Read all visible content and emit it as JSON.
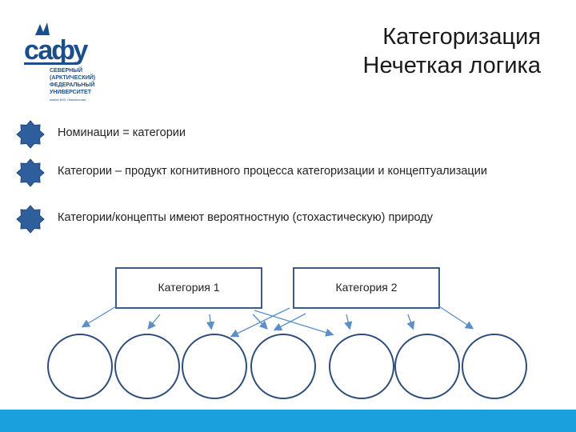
{
  "colors": {
    "accent": "#1aa0dc",
    "logo_blue": "#1b4f8c",
    "bullet_star": "#2e5e9c",
    "diagram_stroke": "#3a5a88",
    "arrow": "#5b8fc7"
  },
  "logo": {
    "icon": "university-logo",
    "wordmark": "сафу",
    "lines": [
      "СЕВЕРНЫЙ",
      "(АРКТИЧЕСКИЙ)",
      "ФЕДЕРАЛЬНЫЙ",
      "УНИВЕРСИТЕТ",
      "имени М.В. Ломоносова"
    ]
  },
  "title": {
    "line1": "Категоризация",
    "line2": "Нечеткая логика"
  },
  "bullets": [
    {
      "icon": "star-bullet-icon",
      "text": "Номинации = категории"
    },
    {
      "icon": "star-bullet-icon",
      "text": "Категории – продукт когнитивного процесса категоризации и концептуализации"
    },
    {
      "icon": "star-bullet-icon",
      "text": "Категории/концепты имеют вероятностную (стохастическую) природу"
    }
  ],
  "diagram": {
    "categories": [
      {
        "label": "Категория 1"
      },
      {
        "label": "Категория 2"
      }
    ],
    "members_count": 7
  }
}
